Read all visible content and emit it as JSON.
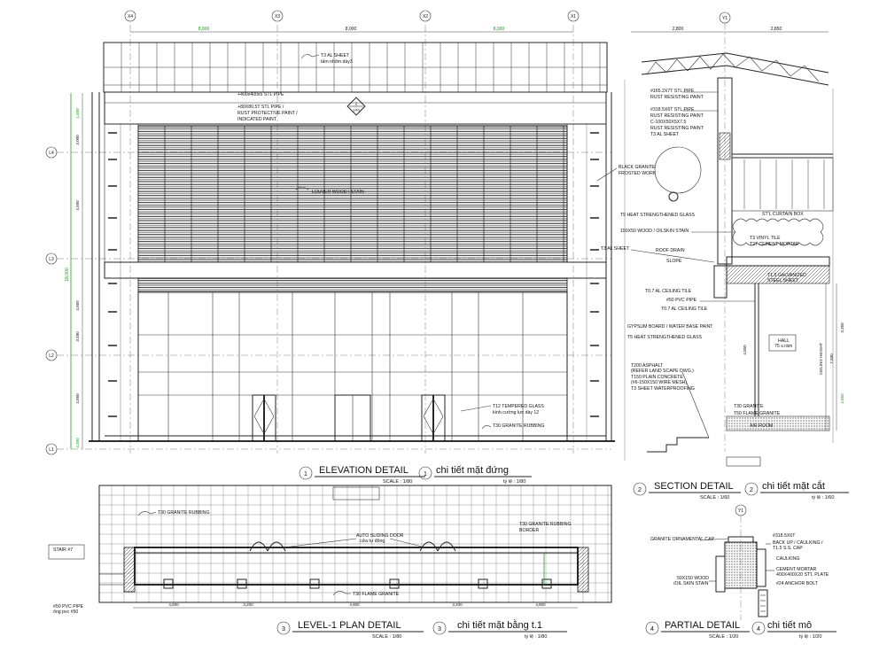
{
  "colors": {
    "ink": "#111111",
    "paper": "#ffffff",
    "dimension": "#1a9a1a"
  },
  "elevation": {
    "grid_labels": [
      "X4",
      "X3",
      "X2",
      "X1"
    ],
    "level_labels": [
      "L4",
      "L3",
      "L2",
      "L1"
    ],
    "top_dims": [
      "8,000",
      "8,000",
      "8,000"
    ],
    "left_dims": [
      "1,500",
      "3,000",
      "4,500",
      "4,850",
      "4,850",
      "4,350",
      "3,480"
    ],
    "total_height_dim": "18,000",
    "callout_number": "2",
    "callout_ref": "1/40",
    "notes": {
      "top_sheet": "T3 AL SHEET",
      "top_sheet_vn": "tấm nhôm dày3",
      "pipe": "+400x400x5 STL PIPE",
      "pipe2": "+80X80.5T STL PIPE /",
      "rust": "RUST PROTECTIVE PAINT /",
      "indicated": "INDICATED PAINT",
      "louver": "LOUVER WOOD / STAIN",
      "granite_r": "BLACK GRANITE",
      "granite_r2": "FROSTED WORK",
      "glass": "T12 TEMPERED GLASS",
      "glass_vn": "kính cường lực dày 12",
      "granite_b": "T30 GRANITE RUBBING"
    },
    "title": "ELEVATION DETAIL",
    "title_vn": "chi tiết mặt đứng",
    "scale": "SCALE : 1/80",
    "scale_vn": "tỷ lệ : 1/80",
    "number": "1"
  },
  "section": {
    "grid_label": "Y1",
    "top_dims": [
      "2,800",
      "2,850"
    ],
    "notes": {
      "n1": "#165.2X7T STL PIPE",
      "n2": "RUST RESISTING PAINT",
      "n3": "#318.5X6T STL PIPE",
      "n4": "RUST RESISTING PAINT",
      "n5": "C-100X50X5X7.5",
      "n6": "RUST RESISTING PAINT",
      "n7": "T3 AL SHEET",
      "n8": "T5 HEAT STRENGTHENED GLASS",
      "n9": "150X50 WOOD / OILSKIN STAIN",
      "n10": "T3 AL SHEET",
      "n11": "ROOF DRAIN",
      "n12": "T0.7 AL CEILING TILE",
      "n13": "#50 PVC PIPE",
      "n14": "T0.7 AL CEILING TILE",
      "n15": "GYPSUM BOARD / WATER BASE PAINT",
      "n16": "T5 HEAT STRENGTHENED GLASS",
      "n17": "T200 ASPHALT",
      "n18": "(REFER LAND SCAPE DWG.)",
      "n19": "T150 PLAIN CONCRETE",
      "n20": "(#6-150X150 WIRE MESH)",
      "n21": "T3 SHEET WATERPROOFING",
      "n22": "T30 GRANITE",
      "n23": "T50 FLAME GRANITE",
      "r1": "ST'L CURTAIN BOX",
      "r2": "T3 VINYL TILE",
      "r3": "T27 CEMENT MORTAR",
      "r4": "T1.5 GALVANIZED",
      "r5": "STEEL SHEET",
      "hall": "HALL",
      "hall_vn": "75 s.ràm",
      "ceiling": "CEILING HEIGHT",
      "room": "AIR ROOM",
      "slope": "SLOPE"
    },
    "dims": [
      "4,850",
      "7,500",
      "3,350",
      "4,850"
    ],
    "title": "SECTION DETAIL",
    "title_vn": "chi tiết mặt cắt",
    "scale": "SCALE : 1/60",
    "scale_vn": "tỷ lệ : 1/60",
    "number": "2"
  },
  "plan": {
    "notes": {
      "granite": "T30 GRANITE RUBBING",
      "granite2": "T30 GRANITE RUBBING",
      "border": "BORDER",
      "door": "AUTO SLIDING DOOR",
      "door_vn": "cửa tự động",
      "stair": "STAIR #7",
      "flame": "T30 FLAME GRANITE",
      "pvc": "#50 PVC PIPE",
      "pvc_vn": "ống pvc #50"
    },
    "bottom_dims": [
      "4,800",
      "3,200",
      "4,800",
      "3,200",
      "4,800"
    ],
    "title": "LEVEL-1 PLAN DETAIL",
    "title_vn": "chi tiết mặt bằng t.1",
    "scale": "SCALE : 1/80",
    "scale_vn": "tỷ lệ : 1/80",
    "number": "3"
  },
  "partial": {
    "grid_label": "Y1",
    "notes": {
      "p1": "GRANITE ORNAMENTAL CAP",
      "p2": "#318.5X6T",
      "p3": "BACK UP / CAULKING /",
      "p4": "T1.5 S.S. CAP",
      "p5": "CAULKING",
      "p6": "CEMENT MORTAR",
      "p7": "400X400X20 ST'L PLATE",
      "p8": "#24 ANCHOR BOLT",
      "p9": "50X150 WOOD",
      "p10": "/OIL SKIN STAIN"
    },
    "title": "PARTIAL DETAIL",
    "title_vn": "chi tiết mô",
    "scale": "SCALE : 1/20",
    "scale_vn": "tỷ lệ : 1/20",
    "number": "4"
  }
}
